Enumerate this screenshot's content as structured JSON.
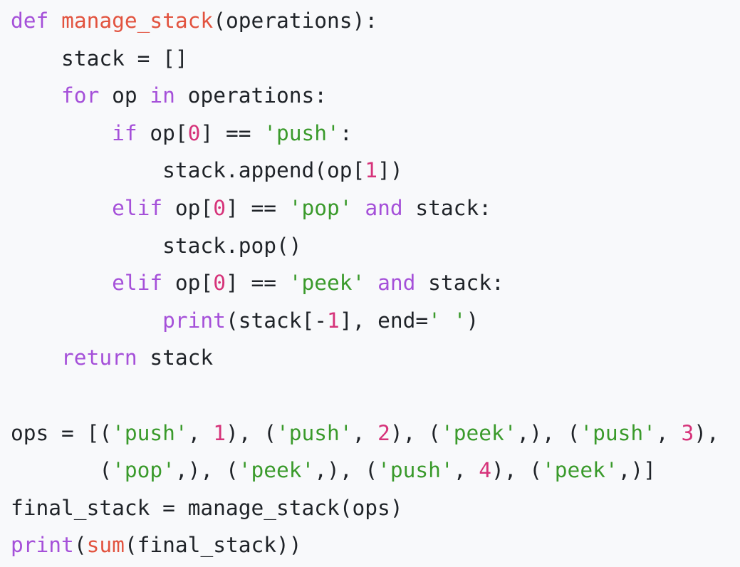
{
  "code": {
    "language": "python",
    "colors": {
      "background": "#f8f9fb",
      "keyword": "#a550d9",
      "function_name": "#e2533f",
      "string": "#3a9a2b",
      "number": "#d6337a",
      "text": "#1f2328"
    },
    "lines": [
      [
        [
          "kw",
          "def"
        ],
        [
          "p",
          " "
        ],
        [
          "fn",
          "manage_stack"
        ],
        [
          "p",
          "(operations):"
        ]
      ],
      [
        [
          "p",
          "    stack = []"
        ]
      ],
      [
        [
          "p",
          "    "
        ],
        [
          "kw",
          "for"
        ],
        [
          "p",
          " op "
        ],
        [
          "kw",
          "in"
        ],
        [
          "p",
          " operations:"
        ]
      ],
      [
        [
          "p",
          "        "
        ],
        [
          "kw",
          "if"
        ],
        [
          "p",
          " op["
        ],
        [
          "num",
          "0"
        ],
        [
          "p",
          "] == "
        ],
        [
          "str",
          "'push'"
        ],
        [
          "p",
          ":"
        ]
      ],
      [
        [
          "p",
          "            stack.append(op["
        ],
        [
          "num",
          "1"
        ],
        [
          "p",
          "])"
        ]
      ],
      [
        [
          "p",
          "        "
        ],
        [
          "kw",
          "elif"
        ],
        [
          "p",
          " op["
        ],
        [
          "num",
          "0"
        ],
        [
          "p",
          "] == "
        ],
        [
          "str",
          "'pop'"
        ],
        [
          "p",
          " "
        ],
        [
          "kw",
          "and"
        ],
        [
          "p",
          " stack:"
        ]
      ],
      [
        [
          "p",
          "            stack.pop()"
        ]
      ],
      [
        [
          "p",
          "        "
        ],
        [
          "kw",
          "elif"
        ],
        [
          "p",
          " op["
        ],
        [
          "num",
          "0"
        ],
        [
          "p",
          "] == "
        ],
        [
          "str",
          "'peek'"
        ],
        [
          "p",
          " "
        ],
        [
          "kw",
          "and"
        ],
        [
          "p",
          " stack:"
        ]
      ],
      [
        [
          "p",
          "            "
        ],
        [
          "kw",
          "print"
        ],
        [
          "p",
          "(stack[-"
        ],
        [
          "num",
          "1"
        ],
        [
          "p",
          "], end="
        ],
        [
          "str",
          "' '"
        ],
        [
          "p",
          ")"
        ]
      ],
      [
        [
          "p",
          "    "
        ],
        [
          "kw",
          "return"
        ],
        [
          "p",
          " stack"
        ]
      ],
      [
        [
          "p",
          ""
        ]
      ],
      [
        [
          "p",
          "ops = [("
        ],
        [
          "str",
          "'push'"
        ],
        [
          "p",
          ", "
        ],
        [
          "num",
          "1"
        ],
        [
          "p",
          "), ("
        ],
        [
          "str",
          "'push'"
        ],
        [
          "p",
          ", "
        ],
        [
          "num",
          "2"
        ],
        [
          "p",
          "), ("
        ],
        [
          "str",
          "'peek'"
        ],
        [
          "p",
          ",), ("
        ],
        [
          "str",
          "'push'"
        ],
        [
          "p",
          ", "
        ],
        [
          "num",
          "3"
        ],
        [
          "p",
          "),"
        ]
      ],
      [
        [
          "p",
          "       ("
        ],
        [
          "str",
          "'pop'"
        ],
        [
          "p",
          ",), ("
        ],
        [
          "str",
          "'peek'"
        ],
        [
          "p",
          ",), ("
        ],
        [
          "str",
          "'push'"
        ],
        [
          "p",
          ", "
        ],
        [
          "num",
          "4"
        ],
        [
          "p",
          "), ("
        ],
        [
          "str",
          "'peek'"
        ],
        [
          "p",
          ",)]"
        ]
      ],
      [
        [
          "p",
          "final_stack = manage_stack(ops)"
        ]
      ],
      [
        [
          "kw",
          "print"
        ],
        [
          "p",
          "("
        ],
        [
          "fn",
          "sum"
        ],
        [
          "p",
          "(final_stack))"
        ]
      ]
    ]
  }
}
